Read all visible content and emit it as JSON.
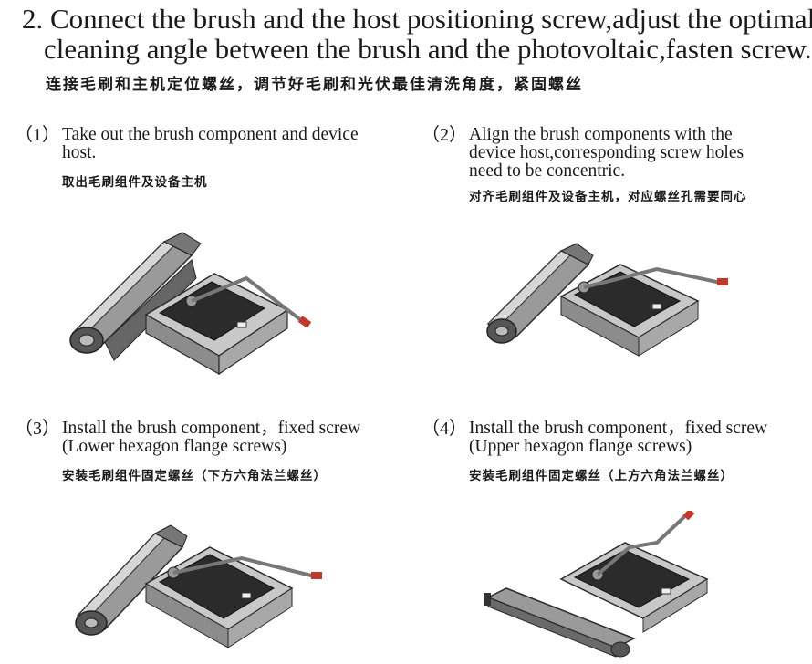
{
  "heading": {
    "line1": "2. Connect the brush and the host positioning screw,adjust the optimal",
    "line2": "cleaning angle between the brush and the photovoltaic,fasten screw.",
    "chinese": "连接毛刷和主机定位螺丝，调节好毛刷和光伏最佳清洗角度，紧固螺丝"
  },
  "steps": [
    {
      "number": "（1）",
      "english": [
        "Take out the brush component and device",
        "host."
      ],
      "chinese": "取出毛刷组件及设备主机"
    },
    {
      "number": "（2）",
      "english": [
        "Align the brush components with the",
        "device host,corresponding screw holes",
        "need to be concentric."
      ],
      "chinese": "对齐毛刷组件及设备主机，对应螺丝孔需要同心"
    },
    {
      "number": "（3）",
      "english": [
        "Install the brush component，fixed screw",
        "(Lower hexagon flange screws)"
      ],
      "chinese": "安装毛刷组件固定螺丝（下方六角法兰螺丝）"
    },
    {
      "number": "（4）",
      "english": [
        "Install the brush component，fixed screw",
        "(Upper hexagon flange screws)"
      ],
      "chinese": "安装毛刷组件固定螺丝（上方六角法兰螺丝）"
    }
  ],
  "colors": {
    "text": "#1a1a1a",
    "device_dark": "#2b2b2b",
    "device_mid": "#8c8c8c",
    "device_light": "#d6d6d6",
    "screw_tip": "#c0392b"
  }
}
